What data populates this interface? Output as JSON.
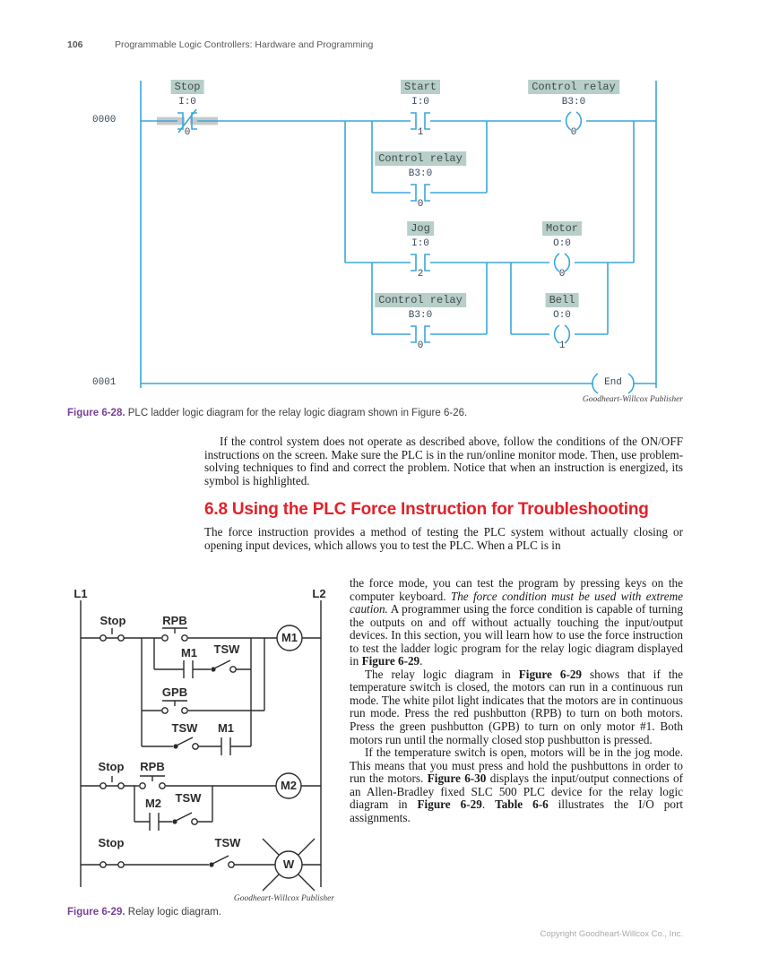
{
  "page": {
    "number": "106",
    "header_title": "Programmable Logic Controllers: Hardware and Programming",
    "footer_copyright": "Copyright Goodheart-Willcox Co., Inc."
  },
  "colors": {
    "wire_blue": "#3aa7da",
    "label_teal": "#b8cec8",
    "highlight_gray": "#c7c9cb",
    "heading_red": "#e22128",
    "caption_purple": "#7a4098"
  },
  "figure_6_28": {
    "rung_numbers": [
      "0000",
      "0001"
    ],
    "instructions": {
      "stop": {
        "label": "Stop",
        "address": "I:0",
        "bit": "0"
      },
      "start": {
        "label": "Start",
        "address": "I:0",
        "bit": "1"
      },
      "control_relay_coil": {
        "label": "Control relay",
        "address": "B3:0",
        "bit": "0"
      },
      "control_relay_seal": {
        "label": "Control relay",
        "address": "B3:0",
        "bit": "0"
      },
      "jog": {
        "label": "Jog",
        "address": "I:0",
        "bit": "2"
      },
      "motor": {
        "label": "Motor",
        "address": "O:0",
        "bit": "0"
      },
      "control_relay_jog": {
        "label": "Control relay",
        "address": "B3:0",
        "bit": "0"
      },
      "bell": {
        "label": "Bell",
        "address": "O:0",
        "bit": "1"
      }
    },
    "end_instruction": "End",
    "credit": "Goodheart-Willcox Publisher",
    "caption_label": "Figure 6-28.",
    "caption_text": "PLC ladder logic diagram for the relay logic diagram shown in Figure 6-26."
  },
  "body": {
    "para_intro": "If the control system does not operate as described above, follow the conditions of the ON/OFF instructions on the screen. Make sure the PLC is in the run/online monitor mode. Then, use problem-solving techniques to find and correct the problem. Notice that when an instruction is energized, its symbol is highlighted.",
    "heading": "6.8 Using the PLC Force Instruction for Troubleshooting",
    "para_force_lead": "The force instruction provides a method of testing the PLC system without actually closing or opening input devices, which allows you to test the PLC. When a PLC is in",
    "para_force_cont_1": "the force mode, you can test the program by pressing keys on the computer keyboard. ",
    "para_force_italic": "The force condition must be used with extreme caution.",
    "para_force_cont_2": " A programmer using the force condition is capable of turning the outputs on and off without actually touching the input/output devices. In this section, you will learn how to use the force instruction to test the ladder logic program for the relay logic diagram displayed in ",
    "para_force_fig_ref": "Figure 6-29",
    "para_force_end": ".",
    "para_relay_1": "The relay logic diagram in ",
    "para_relay_fig_ref": "Figure 6-29",
    "para_relay_2": " shows that if the temperature switch is closed, the motors can run in a continuous run mode. The white pilot light indicates that the motors are in continuous run mode. Press the red pushbutton (RPB) to turn on both motors. Press the green pushbutton (GPB) to turn on only motor #1. Both motors run until the normally closed stop pushbutton is pressed.",
    "para_jog_1": "If the temperature switch is open, motors will be in the jog mode. This means that you must press and hold the pushbuttons in order to run the motors. ",
    "para_jog_fig30_ref": "Figure 6-30",
    "para_jog_2": " displays the input/output connections of an Allen-Bradley fixed SLC 500 PLC device for the relay logic diagram in ",
    "para_jog_fig29_ref": "Figure 6-29",
    "para_jog_3": ". ",
    "para_jog_table_ref": "Table 6-6",
    "para_jog_4": " illustrates the I/O port assignments."
  },
  "figure_6_29": {
    "rail_left": "L1",
    "rail_right": "L2",
    "labels": {
      "stop": "Stop",
      "rpb": "RPB",
      "m1": "M1",
      "tsw": "TSW",
      "gpb": "GPB",
      "m2": "M2",
      "w": "W"
    },
    "credit": "Goodheart-Willcox Publisher",
    "caption_label": "Figure 6-29.",
    "caption_text": "Relay logic diagram."
  }
}
